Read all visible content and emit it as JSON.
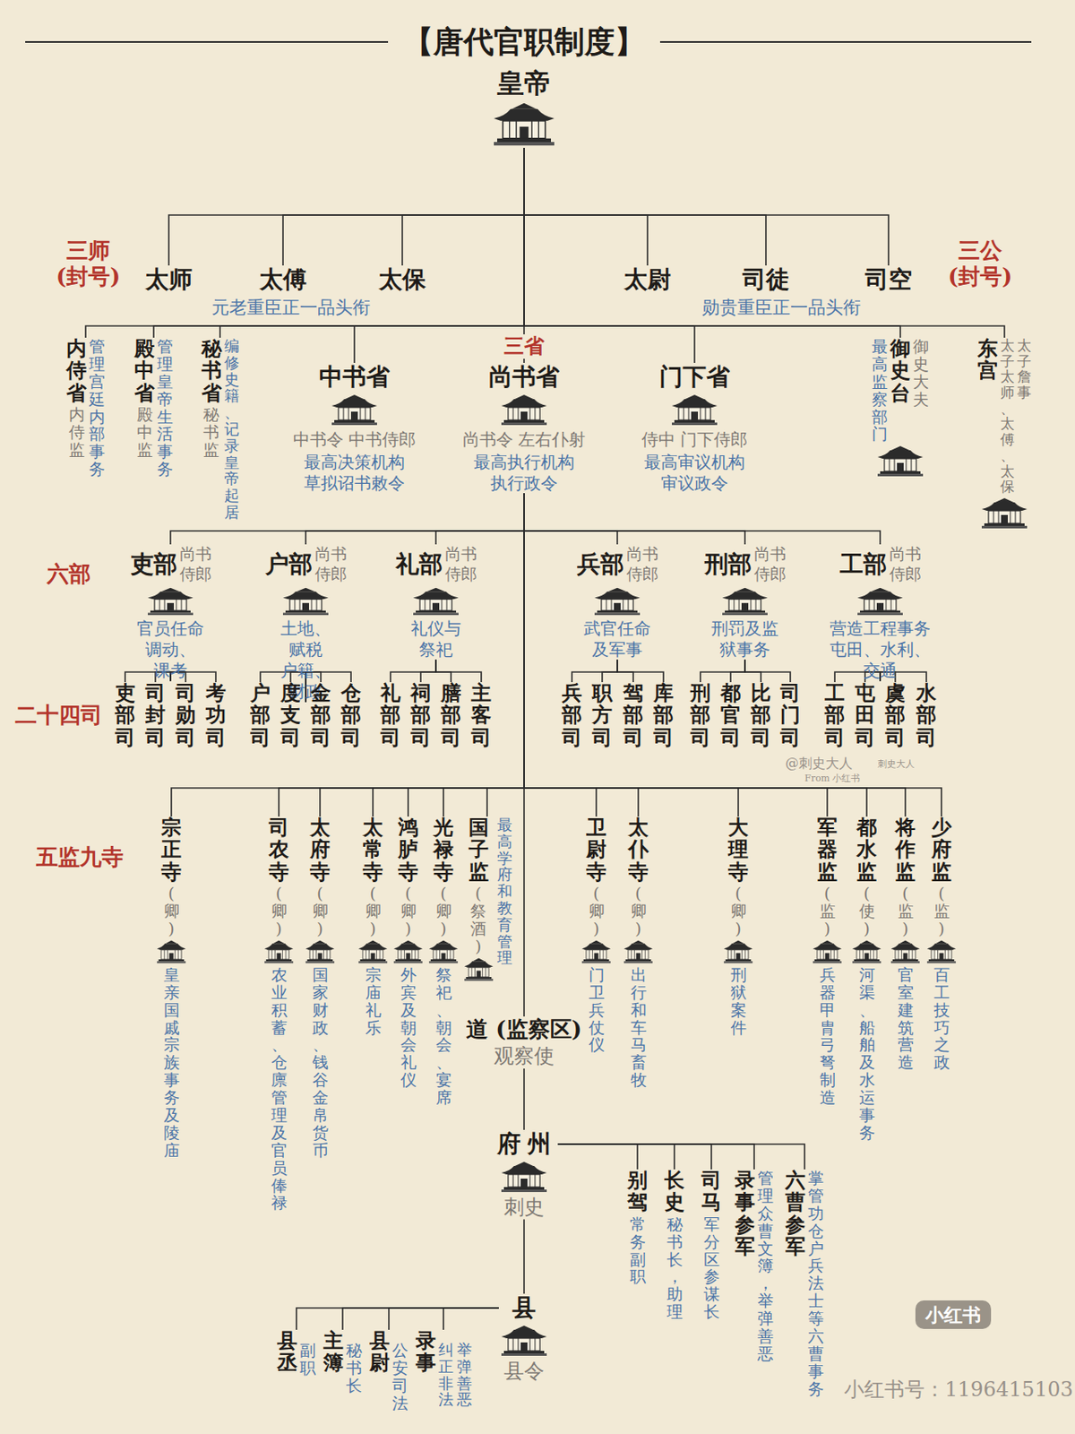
{
  "diagram": {
    "title": "【唐代官职制度】",
    "nodes": [
      {
        "text": [
          "皇帝"
        ]
      },
      {
        "text": [
          "太师"
        ]
      },
      {
        "text": [
          "太傅"
        ]
      },
      {
        "text": [
          "太保"
        ]
      },
      {
        "text": [
          "太尉"
        ]
      },
      {
        "text": [
          "司徒"
        ]
      },
      {
        "text": [
          "司空"
        ]
      },
      {
        "text": [
          "内侍省",
          "内侍监",
          "管理宫廷内部事务"
        ]
      },
      {
        "text": [
          "殿中省",
          "殿中监",
          "管理皇帝生活事务"
        ]
      },
      {
        "text": [
          "秘书省",
          "秘书监",
          "编修史籍、记录皇帝起居"
        ]
      },
      {
        "text": [
          "中书省",
          "中书令 中书侍郎",
          "最高决策机构 草拟诏书敕令"
        ]
      },
      {
        "text": [
          "尚书省",
          "尚书令 左右仆射",
          "最高执行机构 执行政令"
        ]
      },
      {
        "text": [
          "门下省",
          "侍中 门下侍郎",
          "最高审议机构 审议政令"
        ]
      },
      {
        "text": [
          "御史台",
          "御史大夫",
          "最高监察部门"
        ]
      },
      {
        "text": [
          "东宫",
          "太子太师、太傅、太保",
          "太子詹事"
        ]
      },
      {
        "text": [
          "吏部",
          "尚书 侍郎",
          "官员任命 调动、课考"
        ]
      },
      {
        "text": [
          "户部",
          "尚书 侍郎",
          "土地、赋税 户籍、财政"
        ]
      },
      {
        "text": [
          "礼部",
          "尚书 侍郎",
          "礼仪与 祭祀"
        ]
      },
      {
        "text": [
          "兵部",
          "尚书 侍郎",
          "武官任命 及军事"
        ]
      },
      {
        "text": [
          "刑部",
          "尚书 侍郎",
          "刑罚及监 狱事务"
        ]
      },
      {
        "text": [
          "工部",
          "尚书 侍郎",
          "营造工程事务 屯田、水利、交通"
        ]
      },
      {
        "text": [
          "吏部司"
        ]
      },
      {
        "text": [
          "司封司"
        ]
      },
      {
        "text": [
          "司勋司"
        ]
      },
      {
        "text": [
          "考功司"
        ]
      },
      {
        "text": [
          "户部司"
        ]
      },
      {
        "text": [
          "度支司"
        ]
      },
      {
        "text": [
          "金部司"
        ]
      },
      {
        "text": [
          "仓部司"
        ]
      },
      {
        "text": [
          "礼部司"
        ]
      },
      {
        "text": [
          "祠部司"
        ]
      },
      {
        "text": [
          "膳部司"
        ]
      },
      {
        "text": [
          "主客司"
        ]
      },
      {
        "text": [
          "兵部司"
        ]
      },
      {
        "text": [
          "职方司"
        ]
      },
      {
        "text": [
          "驾部司"
        ]
      },
      {
        "text": [
          "库部司"
        ]
      },
      {
        "text": [
          "刑部司"
        ]
      },
      {
        "text": [
          "都官司"
        ]
      },
      {
        "text": [
          "比部司"
        ]
      },
      {
        "text": [
          "司门司"
        ]
      },
      {
        "text": [
          "工部司"
        ]
      },
      {
        "text": [
          "屯田司"
        ]
      },
      {
        "text": [
          "虞部司"
        ]
      },
      {
        "text": [
          "水部司"
        ]
      },
      {
        "text": [
          "宗正寺",
          "(卿)",
          "皇亲国戚宗族事务及陵庙"
        ]
      },
      {
        "text": [
          "司农寺",
          "(卿)",
          "农业积蓄、仓廪管理及官员俸禄"
        ]
      },
      {
        "text": [
          "太府寺",
          "(卿)",
          "国家财政、钱谷金帛货币"
        ]
      },
      {
        "text": [
          "太常寺",
          "(卿)",
          "宗庙礼乐"
        ]
      },
      {
        "text": [
          "鸿胪寺",
          "(卿)",
          "外宾及朝会礼仪"
        ]
      },
      {
        "text": [
          "光禄寺",
          "(卿)",
          "祭祀、朝会、宴席"
        ]
      },
      {
        "text": [
          "国子监",
          "(祭酒)",
          "最高学府和教育管理"
        ]
      },
      {
        "text": [
          "卫尉寺",
          "(卿)",
          "门卫兵仗仪"
        ]
      },
      {
        "text": [
          "太仆寺",
          "(卿)",
          "出行和车马畜牧"
        ]
      },
      {
        "text": [
          "大理寺",
          "(卿)",
          "刑狱案件"
        ]
      },
      {
        "text": [
          "军器监",
          "(监)",
          "兵器甲胄弓弩制造"
        ]
      },
      {
        "text": [
          "都水监",
          "(使)",
          "河渠、船舶及水运事务"
        ]
      },
      {
        "text": [
          "将作监",
          "(监)",
          "官室建筑营造"
        ]
      },
      {
        "text": [
          "少府监",
          "(监)",
          "百工技巧之政"
        ]
      },
      {
        "text": [
          "道 (监察区)",
          "观察使"
        ]
      },
      {
        "text": [
          "府州",
          "刺史"
        ]
      },
      {
        "text": [
          "别驾",
          "常务副职"
        ]
      },
      {
        "text": [
          "长史",
          "秘书长，助理"
        ]
      },
      {
        "text": [
          "司马",
          "军分区参谋长"
        ]
      },
      {
        "text": [
          "录事参军",
          "管理众曹文簿，举弹善恶"
        ]
      },
      {
        "text": [
          "六曹参军",
          "掌管功仓户兵法士等六曹事务"
        ]
      },
      {
        "text": [
          "县",
          "县令"
        ]
      },
      {
        "text": [
          "县丞",
          "副职"
        ]
      },
      {
        "text": [
          "主簿",
          "秘书长"
        ]
      },
      {
        "text": [
          "县尉",
          "公安司法"
        ]
      },
      {
        "text": [
          "录事",
          "纠正非法 举弹善恶"
        ]
      }
    ],
    "edges": [
      {
        "from": 0,
        "to": 1,
        "arrow": "none"
      },
      {
        "from": 0,
        "to": 2,
        "arrow": "none"
      },
      {
        "from": 0,
        "to": 3,
        "arrow": "none"
      },
      {
        "from": 0,
        "to": 4,
        "arrow": "none"
      },
      {
        "from": 0,
        "to": 5,
        "arrow": "none"
      },
      {
        "from": 0,
        "to": 6,
        "arrow": "none"
      },
      {
        "from": 0,
        "to": 7,
        "arrow": "none"
      },
      {
        "from": 0,
        "to": 8,
        "arrow": "none"
      },
      {
        "from": 0,
        "to": 9,
        "arrow": "none"
      },
      {
        "from": 0,
        "to": 10,
        "arrow": "none"
      },
      {
        "from": 0,
        "to": 11,
        "arrow": "none"
      },
      {
        "from": 0,
        "to": 12,
        "arrow": "none"
      },
      {
        "from": 0,
        "to": 13,
        "arrow": "none"
      },
      {
        "from": 0,
        "to": 14,
        "arrow": "none"
      },
      {
        "from": 11,
        "to": 15,
        "arrow": "none"
      },
      {
        "from": 11,
        "to": 16,
        "arrow": "none"
      },
      {
        "from": 11,
        "to": 17,
        "arrow": "none"
      },
      {
        "from": 11,
        "to": 18,
        "arrow": "none"
      },
      {
        "from": 11,
        "to": 19,
        "arrow": "none"
      },
      {
        "from": 11,
        "to": 20,
        "arrow": "none"
      },
      {
        "from": 15,
        "to": 21,
        "arrow": "none"
      },
      {
        "from": 15,
        "to": 22,
        "arrow": "none"
      },
      {
        "from": 15,
        "to": 23,
        "arrow": "none"
      },
      {
        "from": 15,
        "to": 24,
        "arrow": "none"
      },
      {
        "from": 16,
        "to": 25,
        "arrow": "none"
      },
      {
        "from": 16,
        "to": 26,
        "arrow": "none"
      },
      {
        "from": 16,
        "to": 27,
        "arrow": "none"
      },
      {
        "from": 16,
        "to": 28,
        "arrow": "none"
      },
      {
        "from": 17,
        "to": 29,
        "arrow": "none"
      },
      {
        "from": 17,
        "to": 30,
        "arrow": "none"
      },
      {
        "from": 17,
        "to": 31,
        "arrow": "none"
      },
      {
        "from": 17,
        "to": 32,
        "arrow": "none"
      },
      {
        "from": 18,
        "to": 33,
        "arrow": "none"
      },
      {
        "from": 18,
        "to": 34,
        "arrow": "none"
      },
      {
        "from": 18,
        "to": 35,
        "arrow": "none"
      },
      {
        "from": 18,
        "to": 36,
        "arrow": "none"
      },
      {
        "from": 19,
        "to": 37,
        "arrow": "none"
      },
      {
        "from": 19,
        "to": 38,
        "arrow": "none"
      },
      {
        "from": 19,
        "to": 39,
        "arrow": "none"
      },
      {
        "from": 19,
        "to": 40,
        "arrow": "none"
      },
      {
        "from": 20,
        "to": 41,
        "arrow": "none"
      },
      {
        "from": 20,
        "to": 42,
        "arrow": "none"
      },
      {
        "from": 20,
        "to": 43,
        "arrow": "none"
      },
      {
        "from": 20,
        "to": 44,
        "arrow": "none"
      },
      {
        "from": 11,
        "to": 45,
        "arrow": "none"
      },
      {
        "from": 11,
        "to": 46,
        "arrow": "none"
      },
      {
        "from": 11,
        "to": 47,
        "arrow": "none"
      },
      {
        "from": 11,
        "to": 48,
        "arrow": "none"
      },
      {
        "from": 11,
        "to": 49,
        "arrow": "none"
      },
      {
        "from": 11,
        "to": 50,
        "arrow": "none"
      },
      {
        "from": 11,
        "to": 51,
        "arrow": "none"
      },
      {
        "from": 11,
        "to": 52,
        "arrow": "none"
      },
      {
        "from": 11,
        "to": 53,
        "arrow": "none"
      },
      {
        "from": 11,
        "to": 54,
        "arrow": "none"
      },
      {
        "from": 11,
        "to": 55,
        "arrow": "none"
      },
      {
        "from": 11,
        "to": 56,
        "arrow": "none"
      },
      {
        "from": 11,
        "to": 57,
        "arrow": "none"
      },
      {
        "from": 11,
        "to": 58,
        "arrow": "none"
      },
      {
        "from": 11,
        "to": 59,
        "arrow": "none"
      },
      {
        "from": 59,
        "to": 60,
        "arrow": "none"
      },
      {
        "from": 60,
        "to": 61,
        "arrow": "none"
      },
      {
        "from": 60,
        "to": 62,
        "arrow": "none"
      },
      {
        "from": 60,
        "to": 63,
        "arrow": "none"
      },
      {
        "from": 60,
        "to": 64,
        "arrow": "none"
      },
      {
        "from": 60,
        "to": 65,
        "arrow": "none"
      },
      {
        "from": 60,
        "to": 66,
        "arrow": "none"
      },
      {
        "from": 66,
        "to": 67,
        "arrow": "none"
      },
      {
        "from": 66,
        "to": 68,
        "arrow": "none"
      },
      {
        "from": 66,
        "to": 69,
        "arrow": "none"
      },
      {
        "from": 66,
        "to": 70,
        "arrow": "none"
      }
    ],
    "labels": [
      "三师 (封号)",
      "元老重臣正一品头衔",
      "三公 (封号)",
      "勋贵重臣正一品头衔",
      "三省",
      "六部",
      "二十四司",
      "五监九寺",
      "@刺史大人",
      "刺史大人",
      "From 小红书",
      "小红书",
      "小红书号：1196415103"
    ]
  }
}
